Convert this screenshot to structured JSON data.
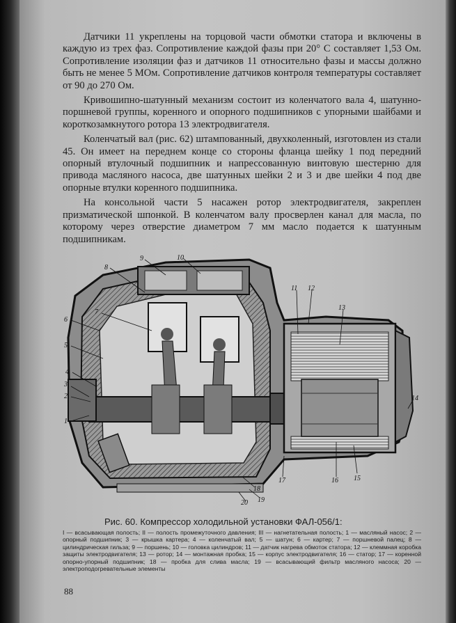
{
  "paragraphs": [
    "Датчики 11 укреплены на торцовой части обмотки статора и включены в каждую из трех фаз. Сопротивление каждой фазы при 20° С составляет 1,53 Ом. Сопротивление изоляции фаз и датчиков 11 относительно фазы и массы должно быть не менее 5 МОм. Сопротивление датчиков контроля температуры составляет от 90 до 270 Ом.",
    "Кривошипно-шатунный механизм состоит из коленчатого вала 4, шатунно-поршневой группы, коренного и опорного подшипников с упорными шайбами и короткозамкнутого ротора 13 электродвигателя.",
    "Коленчатый вал (рис. 62) штампованный, двухколенный, изготовлен из стали 45. Он имеет на переднем конце со стороны фланца шейку 1 под передний опорный втулочный подшипник и напрессованную винтовую шестерню для привода масляного насоса, две шатунных шейки 2 и 3 и две шейки 4 под две опорные втулки коренного подшипника.",
    "На консольной части 5 насажен ротор электродвигателя, закреплен призматической шпонкой. В коленчатом валу просверлен канал для масла, по которому через отверстие диаметром 7 мм масло подается к шатунным подшипникам."
  ],
  "figure": {
    "labels": [
      "1",
      "2",
      "3",
      "4",
      "5",
      "6",
      "7",
      "8",
      "9",
      "10",
      "11",
      "12",
      "13",
      "14",
      "15",
      "16",
      "17",
      "18",
      "19",
      "20"
    ],
    "caption": "Рис. 60. Компрессор холодильной установки ФАЛ-056/1:",
    "legend": "I — всасывающая полость; II — полость промежуточного давления; III — нагнетательная полость; 1 — масляный насос; 2 — опорный подшипник; 3 — крышка картера; 4 — коленчатый вал; 5 — шатун; 6 — картер; 7 — поршневой палец; 8 — цилиндрическая гильза; 9 — поршень; 10 — головка цилиндров; 11 — датчик нагрева обмоток статора; 12 — клеммная коробка защиты электродвигателя; 13 — ротор; 14 — монтажная пробка; 15 — корпус электродвигателя; 16 — статор; 17 — коренной опорно-упорный подшипник; 18 — пробка для слива масла; 19 — всасывающий фильтр масляного насоса; 20 — электроподогревательные элементы"
  },
  "page_number": "88"
}
